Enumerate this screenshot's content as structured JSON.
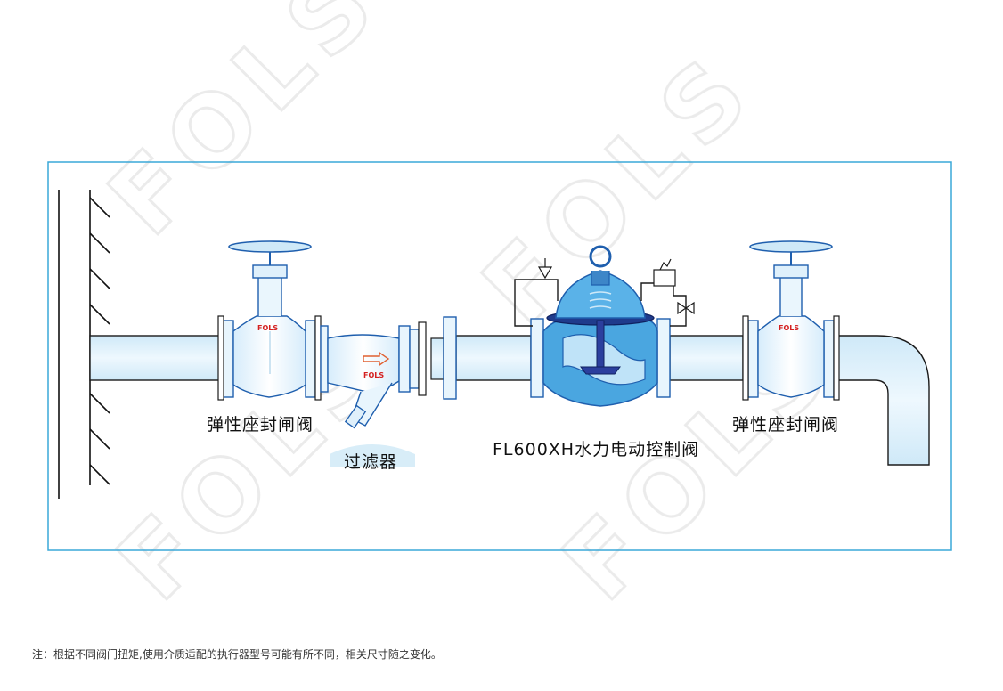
{
  "labels": {
    "gate_valve_left": "弹性座封闸阀",
    "filter": "过滤器",
    "control_valve": "FL600XH水力电动控制阀",
    "gate_valve_right": "弹性座封闸阀"
  },
  "note": "注：根据不同阀门扭矩,使用介质适配的执行器型号可能有所不同，相关尺寸随之变化。",
  "brand": {
    "mark": "FOLS",
    "valve_tag": "FOLS"
  },
  "colors": {
    "frame_border": "#3aa8d8",
    "pipe_fill": "#ddf0fb",
    "pipe_stroke": "#1b1b1b",
    "valve_outline": "#1f5fae",
    "control_valve_fill": "#2b8fd6",
    "flow_arrow": "#e06030",
    "brand_red": "#d42020",
    "watermark": "#eeeeee"
  }
}
